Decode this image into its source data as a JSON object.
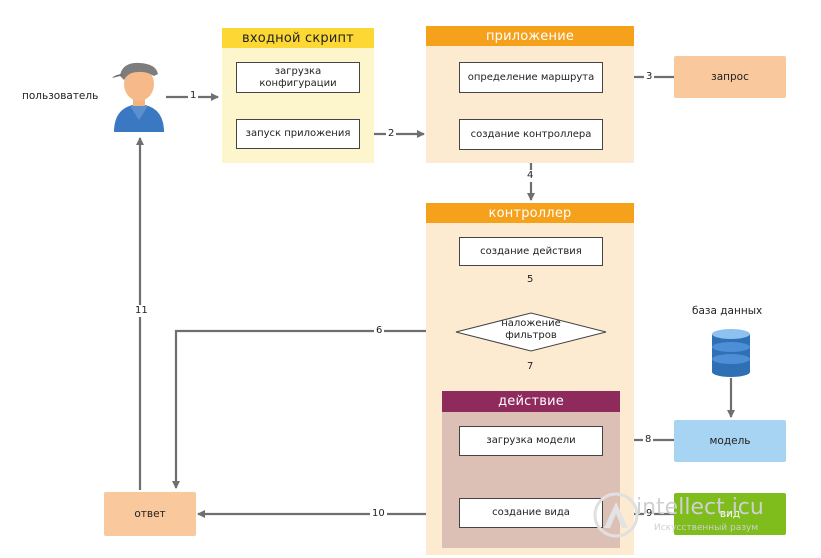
{
  "actors": {
    "user_label": "пользователь"
  },
  "entry_script": {
    "header": "входной скрипт",
    "load_config": "загрузка конфигурации",
    "start_app": "запуск приложения"
  },
  "application": {
    "header": "приложение",
    "route": "определение маршрута",
    "create_controller": "создание контроллера"
  },
  "controller": {
    "header": "контроллер",
    "create_action": "создание действия",
    "filters": "наложение фильтров"
  },
  "action": {
    "header": "действие",
    "load_model": "загрузка модели",
    "create_view": "создание вида"
  },
  "external": {
    "request": "запрос",
    "database": "база данных",
    "model": "модель",
    "view": "вид",
    "response": "ответ"
  },
  "steps": [
    "1",
    "2",
    "3",
    "4",
    "5",
    "6",
    "7",
    "8",
    "9",
    "10",
    "11"
  ],
  "watermark": {
    "main": "intellect.icu",
    "sub": "Искусственный разум"
  },
  "colors": {
    "entry_header": "#fdd835",
    "entry_panel": "#fdf6cc",
    "app_header": "#f5a11b",
    "panel": "#fcebd0",
    "action_header": "#8e2a5c",
    "action_panel": "#dcc0b6",
    "request": "#f9c89c",
    "model": "#a8d4f3",
    "view": "#7ebd1c",
    "response": "#f9c89c",
    "arrow": "#6f6f6f"
  }
}
